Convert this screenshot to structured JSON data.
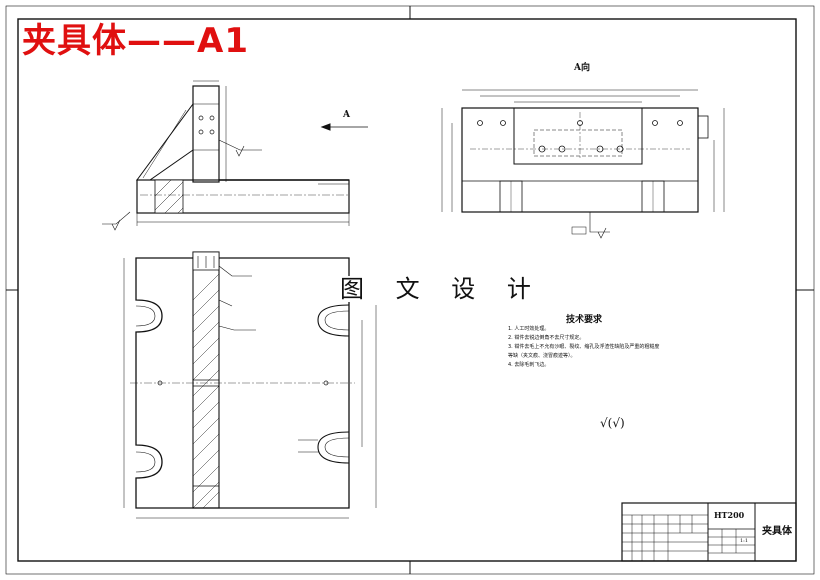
{
  "drawing": {
    "title_banner": "夹具体——A1",
    "watermark": "图 文 设 计",
    "view_label": "A向",
    "arrow_label": "A",
    "tech_requirements": {
      "title": "技术要求",
      "items": [
        "1. 人工时效处理。",
        "2. 钳件去锐边倒角不去尺寸规定。",
        "3. 钳件去毛上不允有沙眼、裂纹、缩孔及浮渣性缺陷及严重的粗糙度",
        "   等缺（夹文痕、浇冒痕迹等）。",
        "4. 去除毛刺飞边。"
      ]
    },
    "roughness_note": "√(√)",
    "title_block": {
      "drawing_no": "HT200",
      "part_name": "夹具体",
      "scale": "1:1"
    }
  }
}
